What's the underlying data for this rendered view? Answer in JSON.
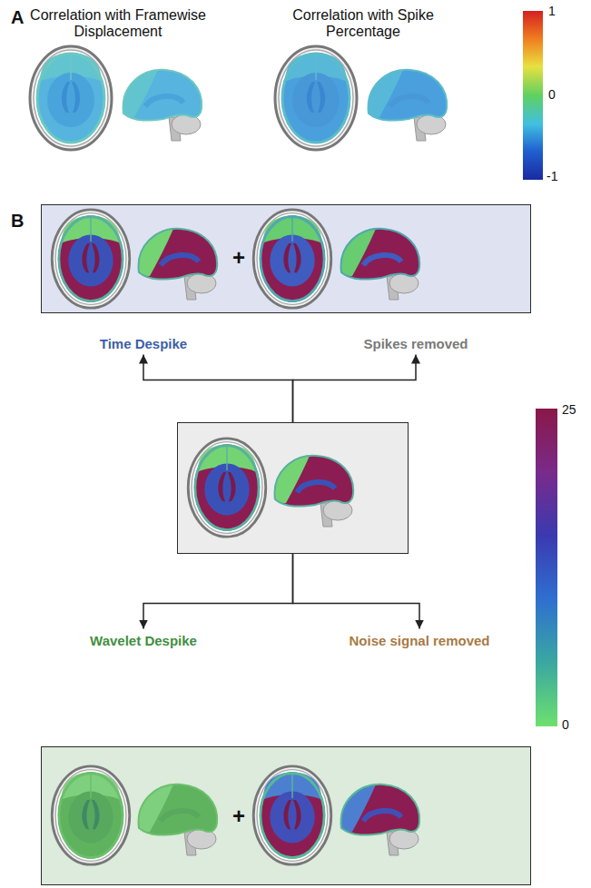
{
  "diagram": {
    "nodes": [
      {
        "text": [
          "+"
        ]
      },
      {
        "text": [
          "Time Despike"
        ]
      },
      {
        "text": [
          "Spikes removed"
        ]
      },
      {
        "text": []
      },
      {
        "text": [
          "Wavelet Despike"
        ]
      },
      {
        "text": [
          "Noise signal removed"
        ]
      },
      {
        "text": [
          "+"
        ]
      }
    ],
    "edges": [
      {
        "from": 3,
        "to": 1,
        "arrow": "to"
      },
      {
        "from": 3,
        "to": 2,
        "arrow": "to"
      },
      {
        "from": 3,
        "to": 4,
        "arrow": "to"
      },
      {
        "from": 3,
        "to": 5,
        "arrow": "to"
      }
    ],
    "labels": [
      "A",
      "Correlation with Framewise Displacement",
      "Correlation with Spike Percentage",
      "1",
      "0",
      "-1",
      "B",
      "25",
      "0"
    ]
  }
}
